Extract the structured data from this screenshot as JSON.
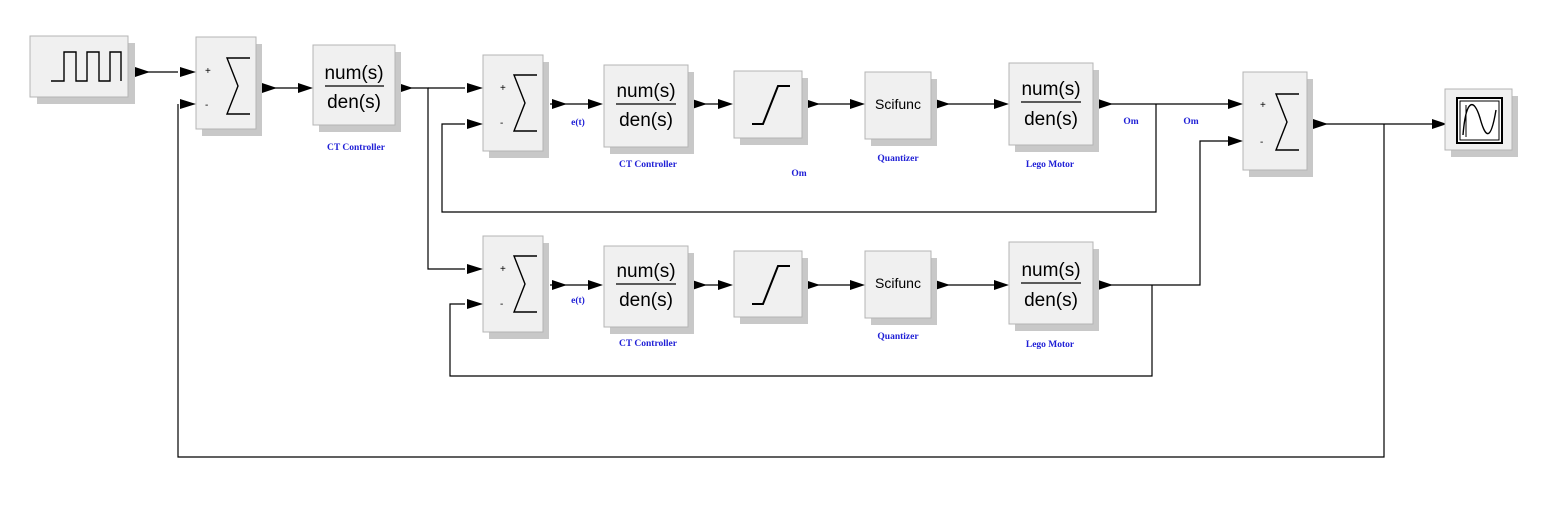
{
  "blocks": {
    "controller_tf": {
      "numerator": "num(s)",
      "denominator": "den(s)"
    },
    "motor_tf": {
      "numerator": "num(s)",
      "denominator": "den(s)"
    },
    "scifunc": "Scifunc",
    "sum_plus": "+",
    "sum_minus": "-"
  },
  "labels": {
    "ct_controller": "CT Controller",
    "quantizer": "Quantizer",
    "lego_motor": "Lego Motor",
    "error": "e(t)",
    "om": "Om"
  },
  "icons": {
    "source": "square-wave-generator-icon",
    "sum": "summation-sigma-icon",
    "saturation": "saturation-icon",
    "scope": "oscilloscope-icon"
  }
}
